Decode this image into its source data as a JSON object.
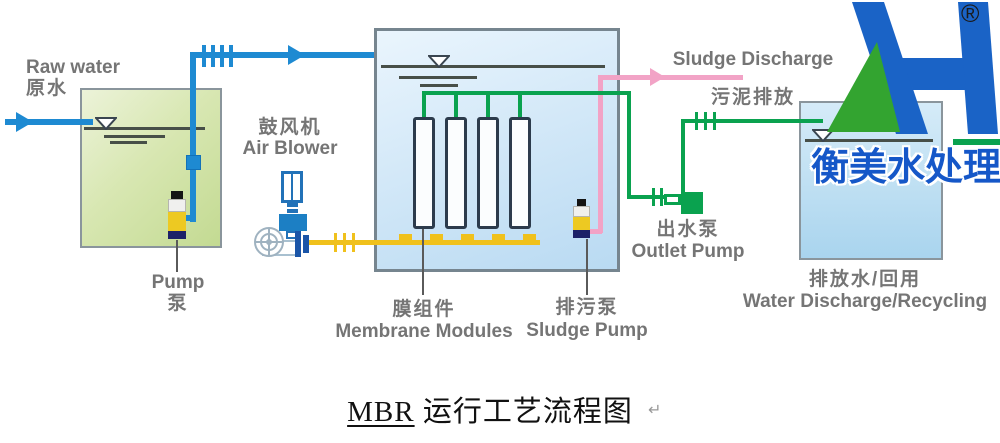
{
  "diagram_title": {
    "prefix": "MBR",
    "suffix": " 运行工艺流程图",
    "return_mark": "↵"
  },
  "logo": {
    "brand": "衡美水处理",
    "registered": "®"
  },
  "labels": {
    "raw_water_en": "Raw water",
    "raw_water_zh": "原水",
    "pump_en": "Pump",
    "pump_zh": "泵",
    "air_blower_zh": "鼓风机",
    "air_blower_en": "Air Blower",
    "sludge_discharge_en": "Sludge Discharge",
    "sludge_discharge_zh": "污泥排放",
    "outlet_pump_zh": "出水泵",
    "outlet_pump_en": "Outlet Pump",
    "membrane_modules_zh": "膜组件",
    "membrane_modules_en": "Membrane Modules",
    "sludge_pump_zh": "排污泵",
    "sludge_pump_en": "Sludge Pump",
    "discharge_tank_zh": "排放水/回用",
    "discharge_tank_en": "Water Discharge/Recycling"
  },
  "membrane_module_count": 4,
  "colors": {
    "pipe_blue": "#1e8ad2",
    "pipe_green": "#0aa24f",
    "pipe_yellow": "#f0c11c",
    "pipe_pink": "#f2a3c6",
    "tank_border": "#8a959c",
    "raw_tank_fill": "#d8e7b2",
    "mbr_tank_fill": "#cfe6f7",
    "discharge_tank_fill": "#bcdef2",
    "label_gray": "#757575",
    "logo_blue": "#1557c8",
    "logo_green": "#33a430",
    "pump_yellow": "#edc922",
    "pump_navy": "#1c2168"
  }
}
